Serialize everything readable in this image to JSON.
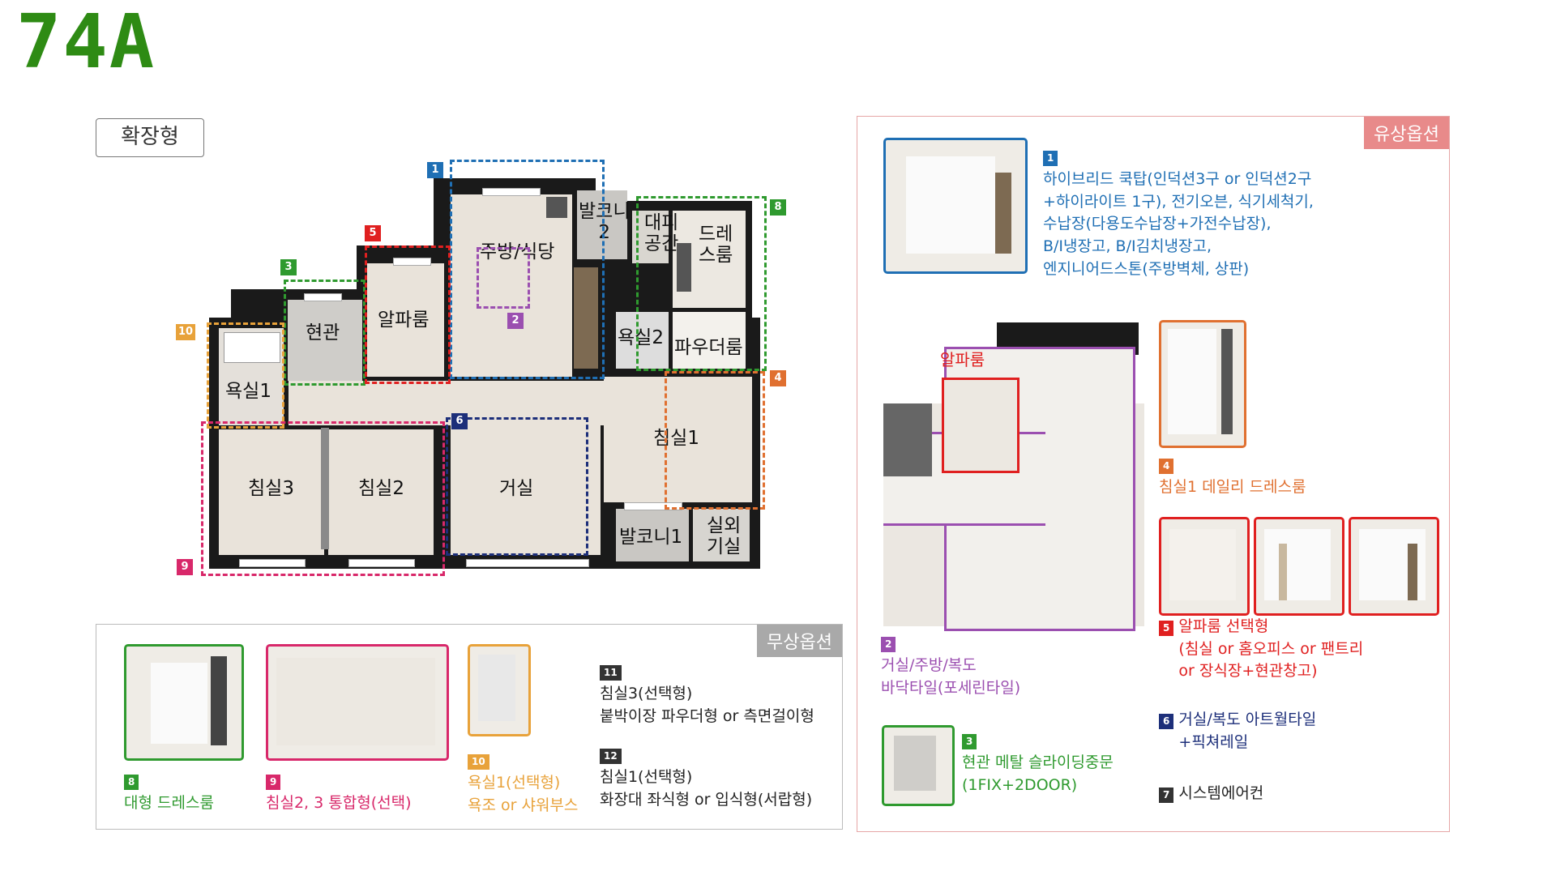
{
  "page": {
    "title": "74A",
    "type_button": "확장형"
  },
  "plan": {
    "rooms": {
      "bath1": "욕실1",
      "entrance": "현관",
      "alpha": "알파룸",
      "kitchen": "주방/식당",
      "balcony2": "발코니\n2",
      "shelter": "대피\n공간",
      "dress": "드레\n스룸",
      "bath2": "욕실2",
      "powder": "파우더룸",
      "bed1": "침실1",
      "bed2": "침실2",
      "bed3": "침실3",
      "living": "거실",
      "balcony1": "발코니1",
      "outdoor": "실외\n기실"
    },
    "markers": [
      "1",
      "2",
      "3",
      "4",
      "5",
      "6",
      "8",
      "9",
      "10"
    ]
  },
  "paid": {
    "tag": "유상옵션",
    "o1_num": "1",
    "o1_text": "하이브리드 쿡탑(인덕션3구 or 인덕션2구\n+하이라이트 1구), 전기오븐, 식기세척기,\n수납장(다용도수납장+가전수납장),\nB/I냉장고, B/I김치냉장고,\n엔지니어드스톤(주방벽체, 상판)",
    "alpha_label": "알파룸",
    "o4_num": "4",
    "o4_text": "침실1 데일리 드레스룸",
    "o2_num": "2",
    "o2_text": "거실/주방/복도\n바닥타일(포세린타일)",
    "o5_num": "5",
    "o5_text": "알파룸 선택형\n(침실 or 홈오피스 or 팬트리\nor 장식장+현관창고)",
    "o6_num": "6",
    "o6_text": "거실/복도 아트월타일\n+픽쳐레일",
    "o3_num": "3",
    "o3_text": "현관 메탈 슬라이딩중문\n(1FIX+2DOOR)",
    "o7_num": "7",
    "o7_text": "시스템에어컨"
  },
  "free": {
    "tag": "무상옵션",
    "o8_num": "8",
    "o8_text": "대형 드레스룸",
    "o9_num": "9",
    "o9_text": "침실2, 3 통합형(선택)",
    "o10_num": "10",
    "o10_text": "욕실1(선택형)\n욕조 or 샤워부스",
    "o11_num": "11",
    "o11_text": "침실3(선택형)\n붙박이장 파우더형 or 측면걸이형",
    "o12_num": "12",
    "o12_text": "침실1(선택형)\n화장대 좌식형 or 입식형(서랍형)"
  },
  "colors": {
    "title_green": "#2e8b14",
    "blue": "#1f6fb4",
    "red": "#e02020",
    "green": "#2f9a2f",
    "orange": "#e07030",
    "purple": "#9b4fb0",
    "navy": "#1d2f7a",
    "pink": "#d8286a",
    "amber": "#e8a23a"
  }
}
